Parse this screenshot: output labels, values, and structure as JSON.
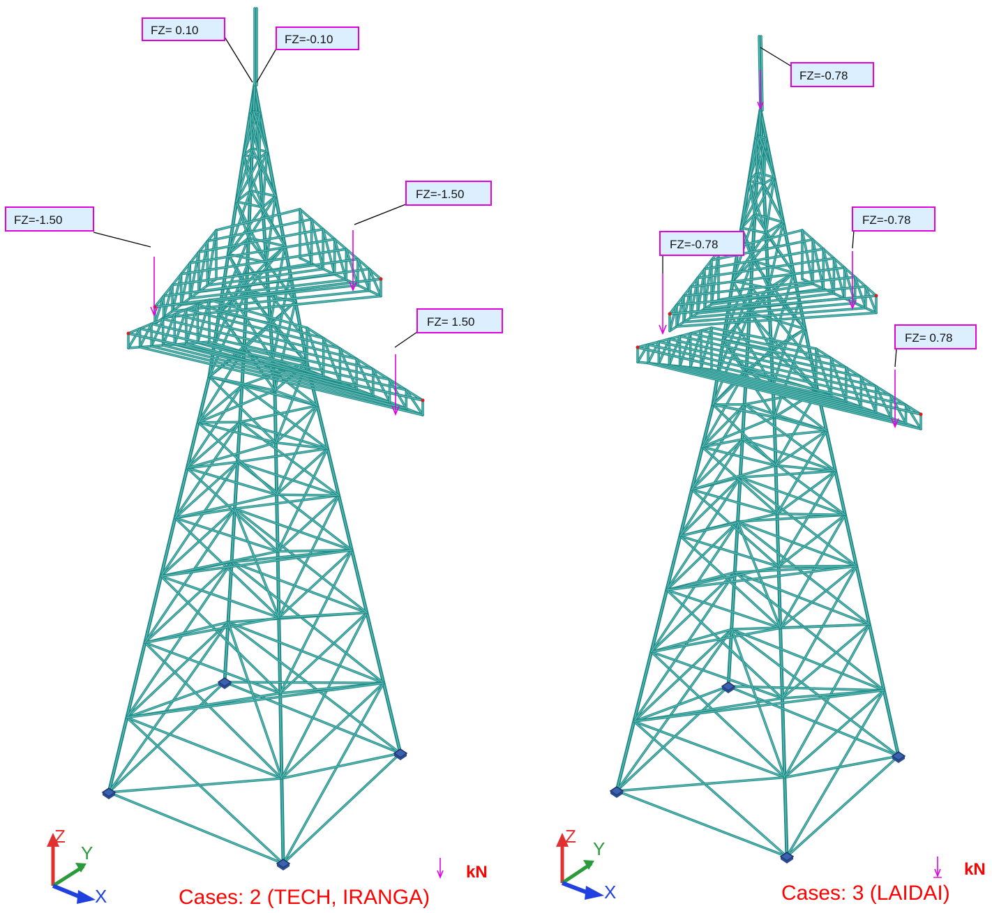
{
  "views": [
    {
      "id": "left",
      "labels": [
        "FZ= 0.10",
        "FZ=-0.10",
        "FZ=-1.50",
        "FZ=-1.50",
        "FZ= 1.50"
      ],
      "cases_text": "Cases: 2 (TECH, IRANGA)",
      "unit": "kN",
      "axes": {
        "x": "X",
        "y": "Y",
        "z": "Z"
      }
    },
    {
      "id": "right",
      "labels": [
        "FZ=-0.78",
        "FZ=-0.78",
        "FZ=-0.78",
        "FZ= 0.78"
      ],
      "cases_text": "Cases: 3 (LAIDAI)",
      "unit": "kN",
      "axes": {
        "x": "X",
        "y": "Y",
        "z": "Z"
      }
    }
  ],
  "colors": {
    "member": "#1f8a85",
    "load": "#e000e0",
    "label_fill": "#dcefff",
    "cases": "#ff0000",
    "axis_x": "#2040e0",
    "axis_y": "#2a9a3a",
    "axis_z": "#e03030",
    "support": "#3a62b0"
  }
}
